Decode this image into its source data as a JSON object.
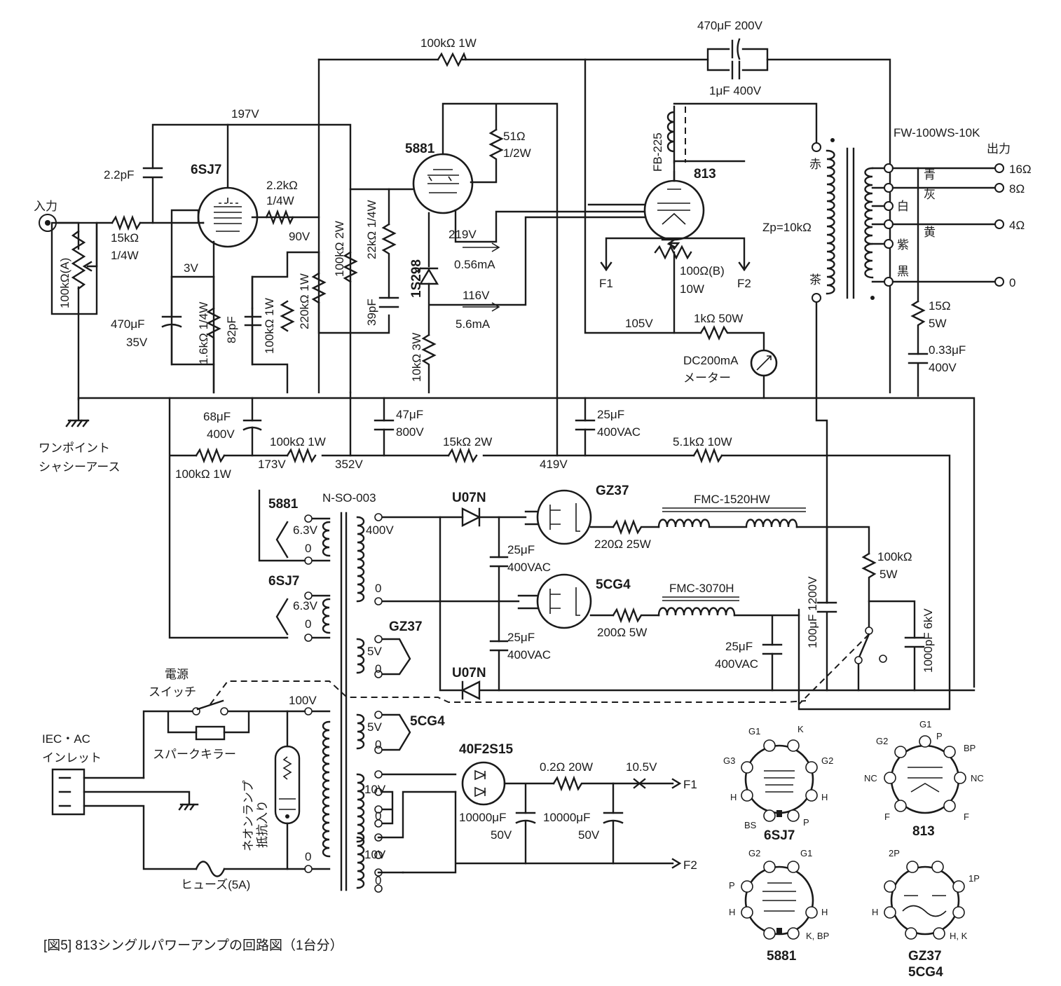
{
  "caption": "[図5] 813シングルパワーアンプの回路図（1台分）",
  "tubes": {
    "t6sj7": "6SJ7",
    "t5881": "5881",
    "t813": "813",
    "gz37": "GZ37",
    "c5cg4": "5CG4"
  },
  "input": {
    "label": "入力",
    "vol": "100kΩ(A)",
    "grid_r": "15kΩ",
    "grid_r_w": "1/4W",
    "ground": "ワンポイント",
    "ground2": "シャシーアース"
  },
  "stage1": {
    "c_fb": "2.2pF",
    "v_b": "197V",
    "r_g2": "2.2kΩ",
    "r_g2_w": "1/4W",
    "v_k": "3V",
    "c_k": "470μF",
    "c_k_v": "35V",
    "r_k": "1.6kΩ 1/4W",
    "c_82": "82pF",
    "v_90": "90V",
    "r_100k": "100kΩ 1W",
    "r_220k": "220kΩ 1W",
    "r_load": "100kΩ 2W",
    "r_22k": "22kΩ 1/4W",
    "c_39": "39pF"
  },
  "stage2": {
    "r_51": "51Ω",
    "r_51_w": "1/2W",
    "v_219": "219V",
    "i_056": "0.56mA",
    "zener": "1S298",
    "v_116": "116V",
    "i_56": "5.6mA",
    "r_k": "10kΩ 3W"
  },
  "feedback": {
    "r_fb": "100kΩ 1W",
    "c_big": "470μF 200V",
    "c_small": "1μF 400V"
  },
  "output": {
    "choke": "FB-225",
    "hum_pot": "100Ω(B)",
    "hum_pot_w": "10W",
    "f1": "F1",
    "f2": "F2",
    "v_105": "105V",
    "r_meter": "1kΩ 50W",
    "meter": "DC200mA",
    "meter2": "メーター",
    "xfmr": "FW-100WS-10K",
    "zp": "Zp=10kΩ",
    "red": "赤",
    "brown": "茶",
    "out_label": "出力",
    "taps": [
      "青",
      "灰",
      "白",
      "紫",
      "黄",
      "黒"
    ],
    "o16": "16Ω",
    "o8": "8Ω",
    "o4": "4Ω",
    "o0": "0",
    "r_zobel": "15Ω",
    "r_zobel_w": "5W",
    "c_zobel": "0.33μF",
    "c_zobel_v": "400V"
  },
  "supply": {
    "c68": "68μF",
    "c68_v": "400V",
    "r_dec1": "100kΩ 1W",
    "r_dec2": "100kΩ 1W",
    "v_173": "173V",
    "v_352": "352V",
    "c47": "47μF",
    "c47_v": "800V",
    "r_15k": "15kΩ 2W",
    "v_419": "419V",
    "c25a": "25μF",
    "c25a_v": "400VAC",
    "r_51k": "5.1kΩ 10W",
    "ptrans": "N-SO-003",
    "sec5881": "5881",
    "sec6sj7": "6SJ7",
    "v63": "6.3V",
    "zero": "0",
    "v400": "400V",
    "diode1": "U07N",
    "diode2": "U07N",
    "gz_label": "GZ37",
    "cg_label": "5CG4",
    "r220": "220Ω 25W",
    "r200": "200Ω 5W",
    "choke1": "FMC-1520HW",
    "choke2": "FMC-3070H",
    "c25b": "25μF",
    "c25b_v": "400VAC",
    "c25c": "25μF",
    "c25c_v": "400VAC",
    "c25d": "25μF",
    "c25d_v": "400VAC",
    "c100": "100μF 1200V",
    "r_bleed": "100kΩ",
    "r_bleed_w": "5W",
    "c1000": "1000pF 6kV",
    "v5": "5V",
    "power_sw": "電源",
    "power_sw2": "スイッチ",
    "v100": "100V",
    "iec": "IEC・AC",
    "iec2": "インレット",
    "spark": "スパークキラー",
    "neon": "抵抗入り",
    "neon2": "ネオンランプ",
    "fuse": "ヒューズ(5A)",
    "v10a": "10V",
    "v10b": "10V",
    "bridge": "40F2S15",
    "r02": "0.2Ω 20W",
    "v105": "10.5V",
    "c10000a": "10000μF",
    "c10000a_v": "50V",
    "c10000b": "10000μF",
    "c10000b_v": "50V",
    "f1": "F1",
    "f2": "F2"
  },
  "pinouts": {
    "p6sj7": {
      "name": "6SJ7",
      "labels": [
        "G1",
        "K",
        "G3",
        "G2",
        "H",
        "H",
        "BS",
        "P"
      ]
    },
    "p813": {
      "name": "813",
      "labels": [
        "G1",
        "G2",
        "P",
        "BP",
        "NC",
        "NC",
        "F",
        "F"
      ]
    },
    "p5881": {
      "name": "5881",
      "labels": [
        "G2",
        "G1",
        "P",
        "H",
        "H",
        "K, BP"
      ]
    },
    "pgz": {
      "name": "GZ37",
      "name2": "5CG4",
      "labels": [
        "2P",
        "1P",
        "H",
        "H, K"
      ]
    }
  }
}
